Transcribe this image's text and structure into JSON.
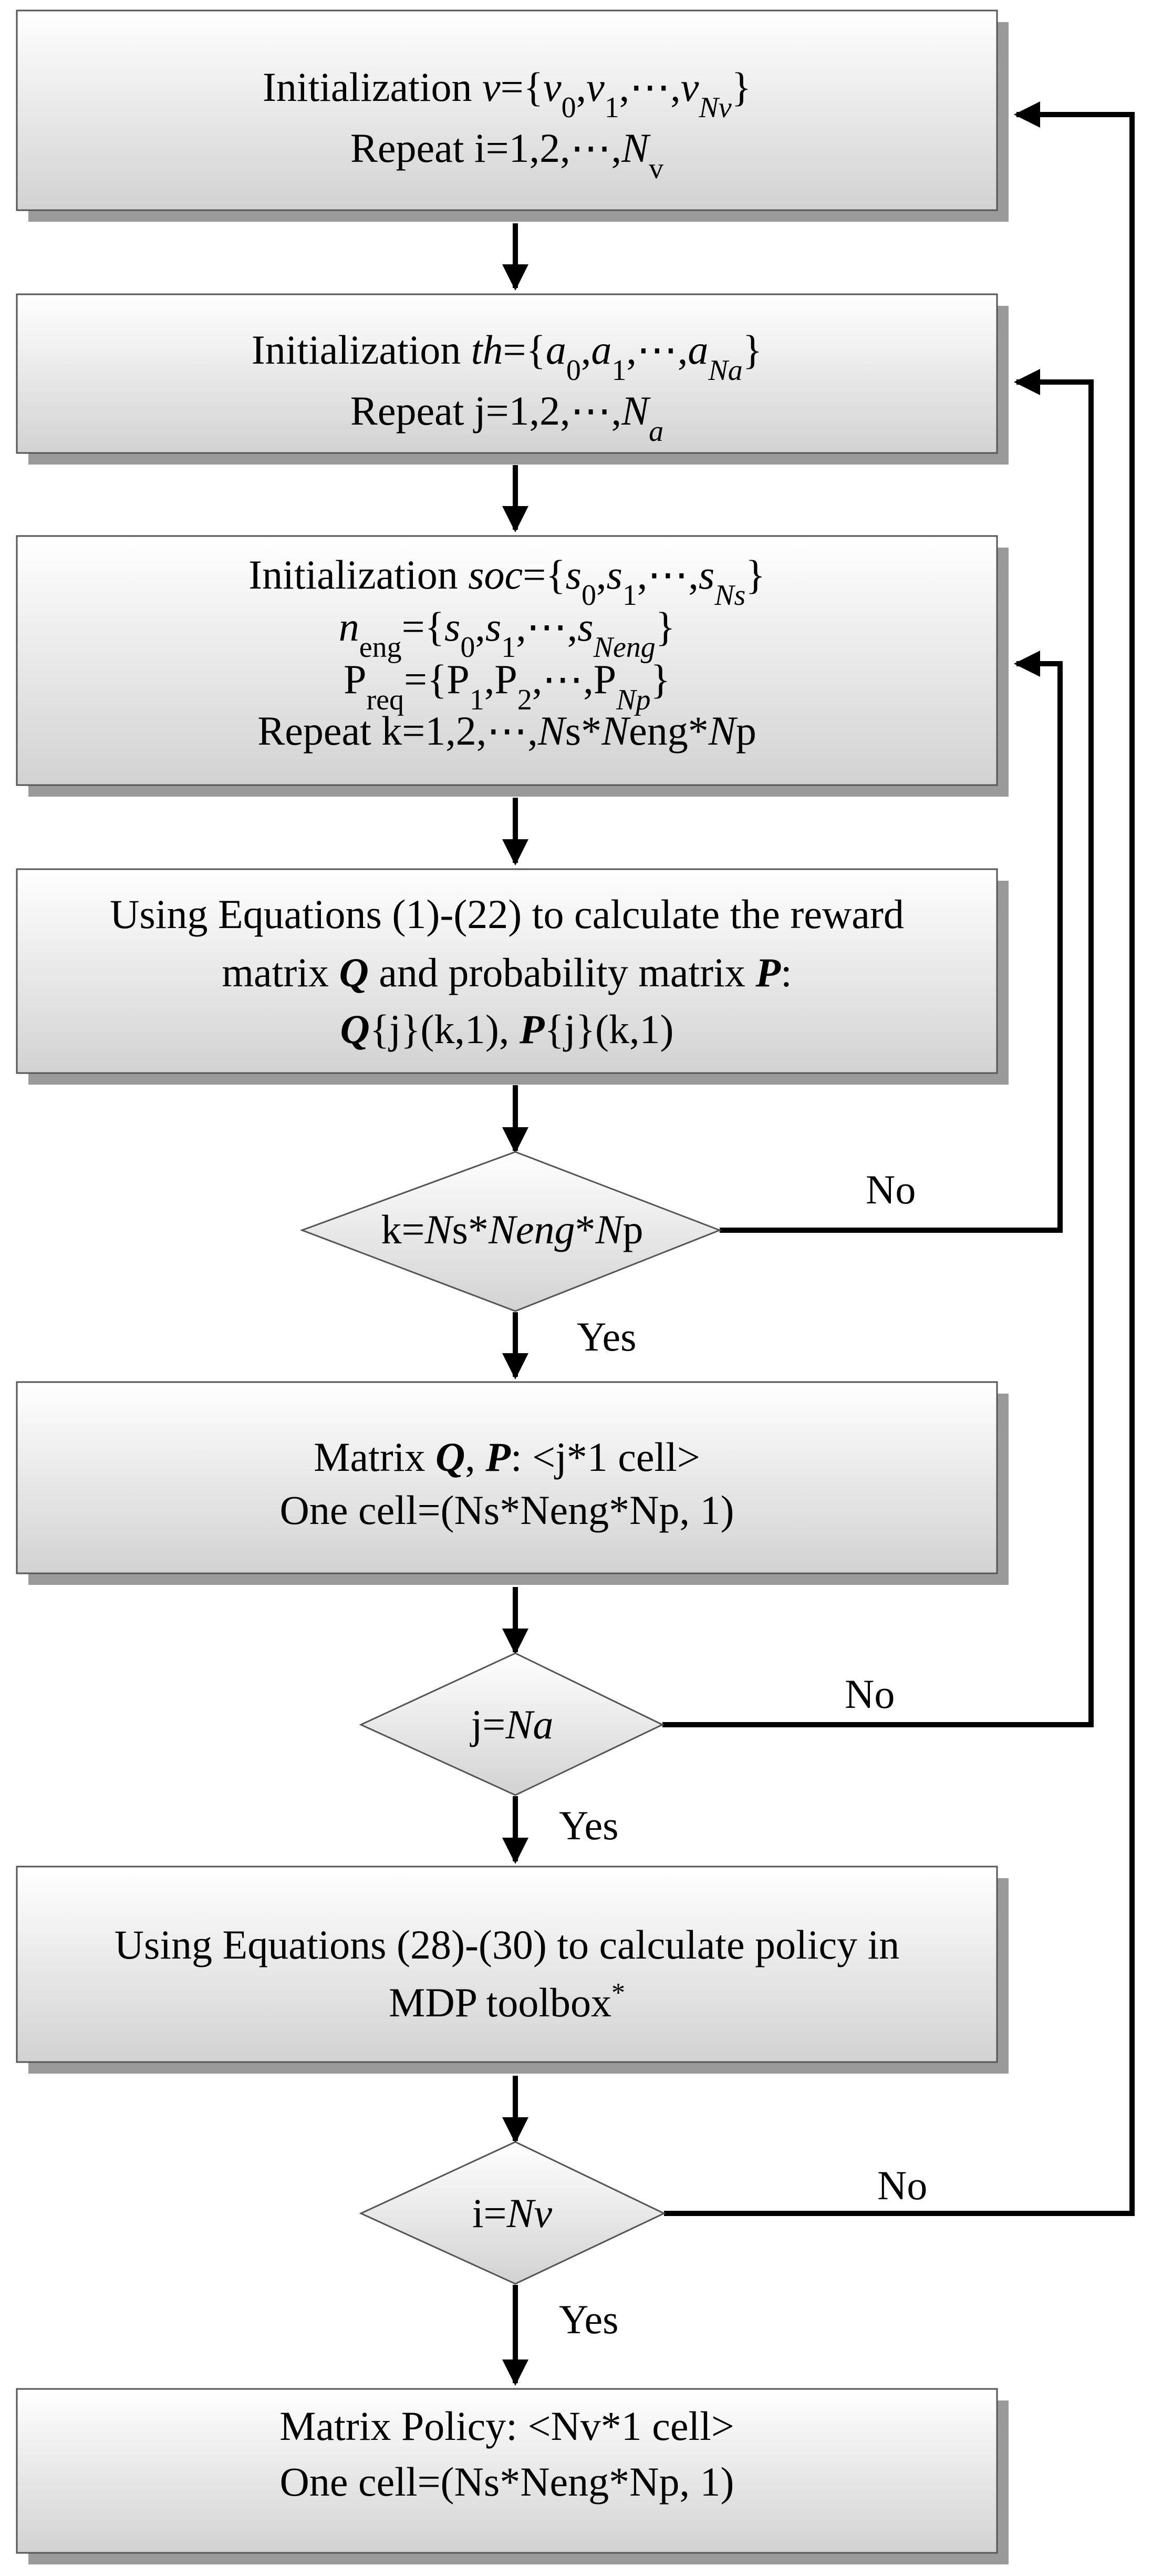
{
  "boxes": {
    "init_v": {
      "line1": {
        "prefix": "Initialization ",
        "var": "v",
        "eq": "={",
        "v0": "v",
        "v0s": "0",
        "c1": ",",
        "v1": "v",
        "v1s": "1",
        "dots": ",⋯,",
        "vn": "v",
        "vns": "Nv",
        "close": "}"
      },
      "line2": {
        "prefix": "Repeat i=1,2,⋯,",
        "n": "N",
        "ns": "v"
      }
    },
    "init_th": {
      "line1": {
        "prefix": "Initialization ",
        "var": "th",
        "eq": "={",
        "a0": "a",
        "a0s": "0",
        "c1": ",",
        "a1": "a",
        "a1s": "1",
        "dots": ",⋯,",
        "an": "a",
        "ans": "Na",
        "close": "}"
      },
      "line2": {
        "prefix": "Repeat j=1,2,⋯,",
        "n": "N",
        "ns": "a"
      }
    },
    "init_soc": {
      "line1": {
        "prefix": "Initialization ",
        "var": "soc",
        "eq": "={",
        "s0": "s",
        "s0s": "0",
        "c1": ",",
        "s1": "s",
        "s1s": "1",
        "dots": ",⋯,",
        "sn": "s",
        "sns": "Ns",
        "close": "}"
      },
      "line2": {
        "n": "n",
        "ns": "eng",
        "eq": "={",
        "s0": "s",
        "s0s": "0",
        "c1": ",",
        "s1": "s",
        "s1s": "1",
        "dots": ",⋯,",
        "sn": "s",
        "sns": "Neng",
        "close": "}"
      },
      "line3": {
        "p": "P",
        "ps": "req",
        "eq": "={P",
        "p1s": "1",
        "c1": ",P",
        "p2s": "2",
        "dots": ",⋯,P",
        "pns": "Np",
        "close": "}"
      },
      "line4": {
        "prefix": "Repeat k=1,2,⋯,",
        "ns1": "N",
        "t1": "s*",
        "ns2": "N",
        "t2": "eng*",
        "ns3": "N",
        "t3": "p"
      }
    },
    "reward": {
      "line1": "Using Equations (1)-(22) to calculate the reward",
      "line2": {
        "a": "matrix ",
        "q": "Q",
        "b": " and probability matrix ",
        "p": "P",
        "c": ":"
      },
      "line3": {
        "q": "Q",
        "a": "{j}(k,1), ",
        "p": "P",
        "b": "{j}(k,1)"
      }
    },
    "matrix_qp": {
      "line1": {
        "a": "Matrix ",
        "q": "Q",
        "b": ", ",
        "p": "P",
        "c": ": <j*1 cell>"
      },
      "line2": "One cell=(Ns*Neng*Np, 1)"
    },
    "policy_calc": {
      "line1": "Using Equations (28)-(30) to calculate  policy in",
      "line2": "MDP toolbox",
      "line2_sup": "*"
    },
    "matrix_policy": {
      "line1": "Matrix Policy: <Nv*1 cell>",
      "line2": "One cell=(Ns*Neng*Np, 1)"
    }
  },
  "decisions": {
    "k_check": {
      "a": "k=",
      "n1": "N",
      "b": "s*",
      "neng": "Neng",
      "c": "*",
      "n2": "N",
      "d": "p"
    },
    "j_check": {
      "a": "j=",
      "na": "Na"
    },
    "i_check": {
      "a": "i=",
      "nv": "Nv"
    }
  },
  "labels": {
    "yes": "Yes",
    "no": "No"
  }
}
